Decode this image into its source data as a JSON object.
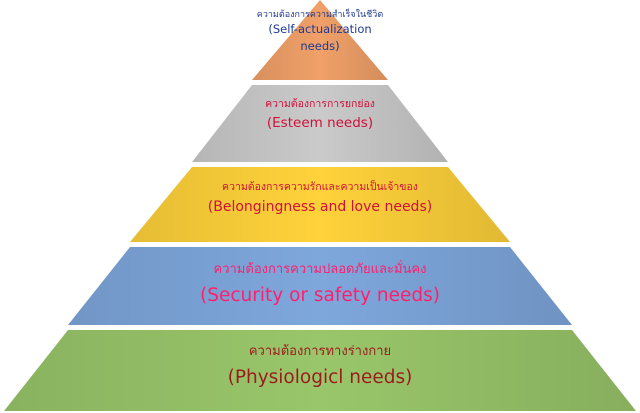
{
  "levels": [
    {
      "thai": "ความต้องการความสำเร็จในชีวิต",
      "english": "(Self-actualization needs)",
      "color": "#f0a068"
    },
    {
      "thai": "ความต้องการการยกย่อง",
      "english": "(Esteem needs)",
      "color": "#cacaca"
    },
    {
      "thai": "ความต้องการความรักและความเป็นเจ้าของ",
      "english": "(Belongingness and love needs)",
      "color": "#ffd23a"
    },
    {
      "thai": "ความต้องการความปลอดภัยและมั่นคง",
      "english": "(Security or safety needs)",
      "color": "#7ea7dc"
    },
    {
      "thai": "ความต้องการทางร่างกาย",
      "english": "(Physiologicl needs)",
      "color": "#99c66a"
    }
  ]
}
